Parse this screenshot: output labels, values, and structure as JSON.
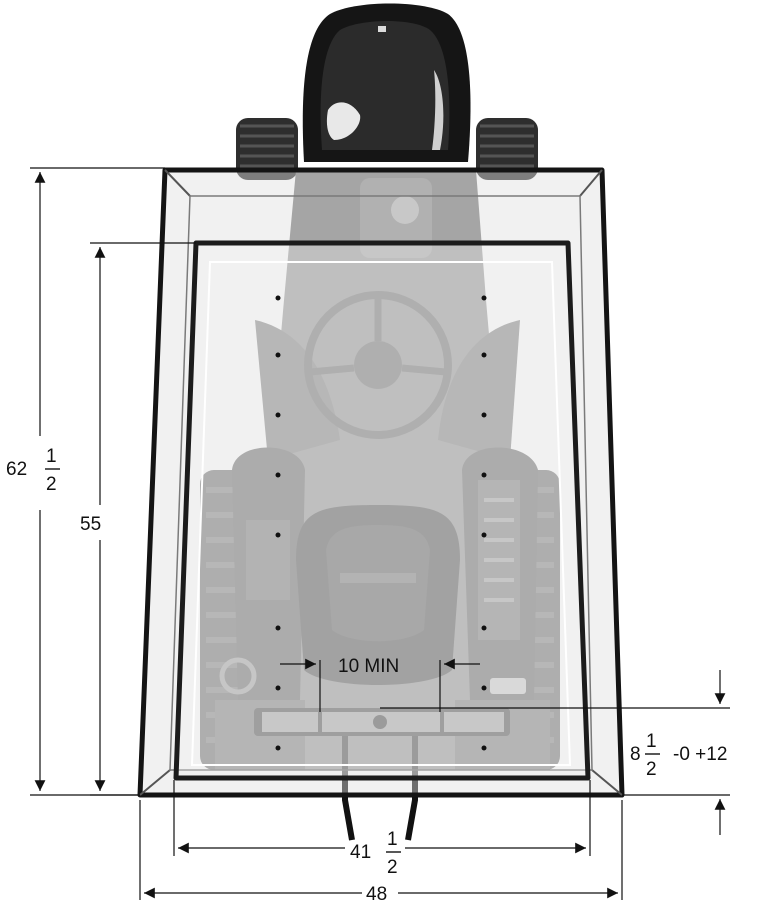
{
  "dimensions": {
    "overall_height": {
      "whole": "62",
      "num": "1",
      "den": "2"
    },
    "inner_height": {
      "whole": "55"
    },
    "clearance": {
      "label": "10  MIN"
    },
    "hitch_height": {
      "whole": "8",
      "num": "1",
      "den": "2",
      "tolerance": "-0 +12"
    },
    "inner_width": {
      "whole": "41",
      "num": "1",
      "den": "2"
    },
    "overall_width": {
      "whole": "48"
    }
  },
  "colors": {
    "line": "#111111",
    "frame": "#1a1a1a",
    "tractor_dark": "#3a3a3a",
    "tractor_mid": "#6e6e6e",
    "tractor_light": "#9a9a9a",
    "glass": "#d9d9d9"
  }
}
